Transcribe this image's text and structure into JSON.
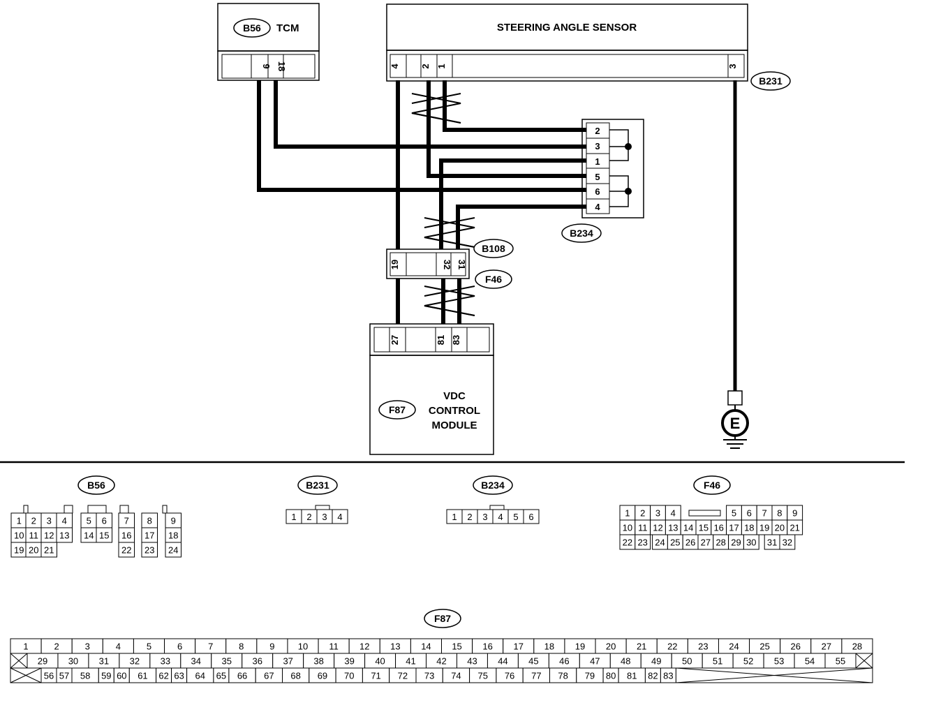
{
  "components": {
    "tcm": {
      "tag": "B56",
      "label": "TCM",
      "pins": [
        "9",
        "18"
      ]
    },
    "sas": {
      "label": "STEERING ANGLE SENSOR",
      "pins": [
        "4",
        "2",
        "1",
        "3"
      ],
      "tag": "B231"
    },
    "joint": {
      "tag": "B234",
      "pins": [
        "2",
        "3",
        "1",
        "5",
        "6",
        "4"
      ]
    },
    "inline": {
      "tag_top": "B108",
      "tag_bottom": "F46",
      "pins": [
        "19",
        "32",
        "31"
      ]
    },
    "vdc": {
      "tag": "F87",
      "line1": "VDC",
      "line2": "CONTROL",
      "line3": "MODULE",
      "pins": [
        "27",
        "81",
        "83"
      ]
    },
    "ground": {
      "symbol": "E"
    }
  },
  "connectors": {
    "b56": {
      "tag": "B56",
      "row1": [
        "1",
        "2",
        "3",
        "4",
        "",
        "5",
        "6",
        "",
        "7",
        "",
        "8",
        "",
        "9"
      ],
      "row2": [
        "10",
        "11",
        "12",
        "13",
        "",
        "14",
        "15",
        "",
        "16",
        "",
        "17",
        "",
        "18"
      ],
      "row3": [
        "19",
        "20",
        "21",
        "",
        "",
        "",
        "",
        "",
        "22",
        "",
        "23",
        "",
        "24"
      ]
    },
    "b231": {
      "tag": "B231",
      "pins": [
        "1",
        "2",
        "3",
        "4"
      ]
    },
    "b234": {
      "tag": "B234",
      "pins": [
        "1",
        "2",
        "3",
        "4",
        "5",
        "6"
      ]
    },
    "f46": {
      "tag": "F46",
      "row1": [
        "1",
        "2",
        "3",
        "4",
        "",
        "",
        "",
        "",
        "5",
        "6",
        "7",
        "8",
        "9"
      ],
      "row2": [
        "10",
        "11",
        "12",
        "13",
        "14",
        "15",
        "16",
        "17",
        "18",
        "19",
        "20",
        "21"
      ],
      "row3": [
        "22",
        "23",
        "24",
        "25",
        "26",
        "27",
        "28",
        "29",
        "30",
        "31",
        "32"
      ]
    },
    "f87": {
      "tag": "F87",
      "row1": [
        "1",
        "2",
        "3",
        "4",
        "5",
        "6",
        "7",
        "8",
        "9",
        "10",
        "11",
        "12",
        "13",
        "14",
        "15",
        "16",
        "17",
        "18",
        "19",
        "20",
        "21",
        "22",
        "23",
        "24",
        "25",
        "26",
        "27",
        "28"
      ],
      "row2": [
        "29",
        "30",
        "31",
        "32",
        "33",
        "34",
        "35",
        "36",
        "37",
        "38",
        "39",
        "40",
        "41",
        "42",
        "43",
        "44",
        "45",
        "46",
        "47",
        "48",
        "49",
        "50",
        "51",
        "52",
        "53",
        "54",
        "55"
      ],
      "row3": [
        "56",
        "57",
        "58",
        "59",
        "60",
        "61",
        "62",
        "63",
        "64",
        "65",
        "66",
        "67",
        "68",
        "69",
        "70",
        "71",
        "72",
        "73",
        "74",
        "75",
        "76",
        "77",
        "78",
        "79",
        "80",
        "81",
        "82",
        "83"
      ]
    }
  }
}
